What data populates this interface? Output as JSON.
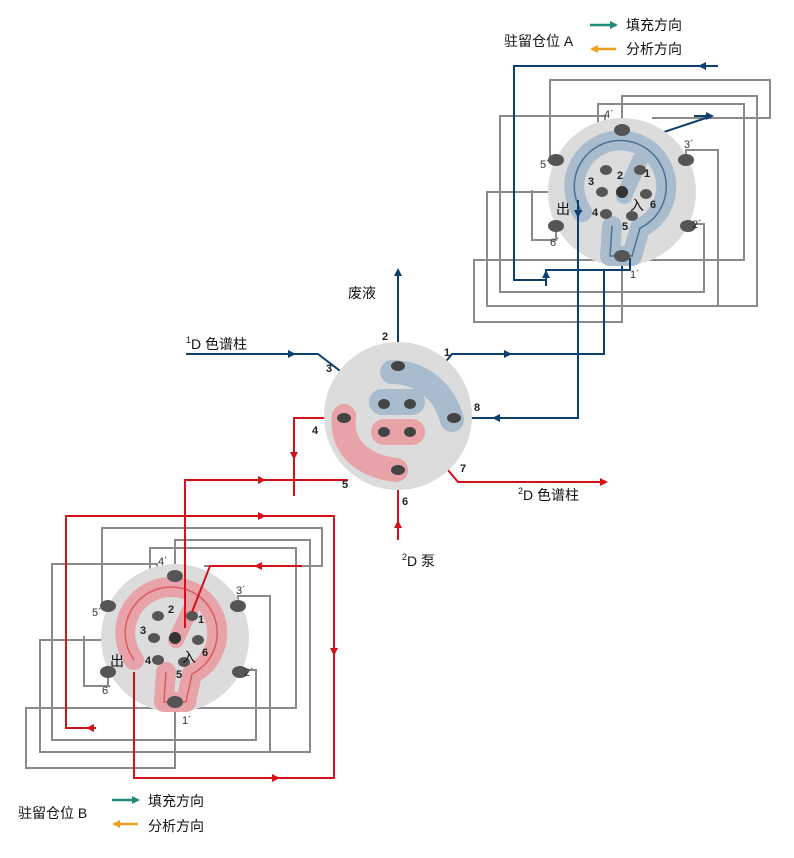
{
  "legend_a": {
    "title": "驻留仓位 A",
    "fill_label": "填充方向",
    "analysis_label": "分析方向",
    "fill_color": "#1e8c78",
    "analysis_color": "#f0a020"
  },
  "legend_b": {
    "title": "驻留仓位 B",
    "fill_label": "填充方向",
    "analysis_label": "分析方向"
  },
  "labels": {
    "waste": "废液",
    "col1_sup": "1",
    "col1_text": "D 色谱柱",
    "col2_sup": "2",
    "col2_text": "D 色谱柱",
    "pump_sup": "2",
    "pump_text": "D 泵"
  },
  "main_valve_ports": [
    "1",
    "2",
    "3",
    "4",
    "5",
    "6",
    "7",
    "8"
  ],
  "park_a": {
    "out_label": "出",
    "in_label": "入",
    "inner_ports": [
      "1",
      "2",
      "3",
      "4",
      "5",
      "6"
    ],
    "outer_ports": [
      "1´",
      "2´",
      "3´",
      "4´",
      "5´",
      "6´"
    ]
  },
  "park_b": {
    "out_label": "出",
    "in_label": "入",
    "inner_ports": [
      "1",
      "2",
      "3",
      "4",
      "5",
      "6"
    ],
    "outer_ports": [
      "1´",
      "2´",
      "3´",
      "4´",
      "5´",
      "6´"
    ]
  },
  "colors": {
    "blue_flow": "#0d3f6e",
    "red_flow": "#d4101a",
    "loop_gray": "#8a8a8a",
    "valve_face": "#dcdcdc",
    "blue_groove": "#a9bccd",
    "red_groove": "#e8a3a8"
  }
}
